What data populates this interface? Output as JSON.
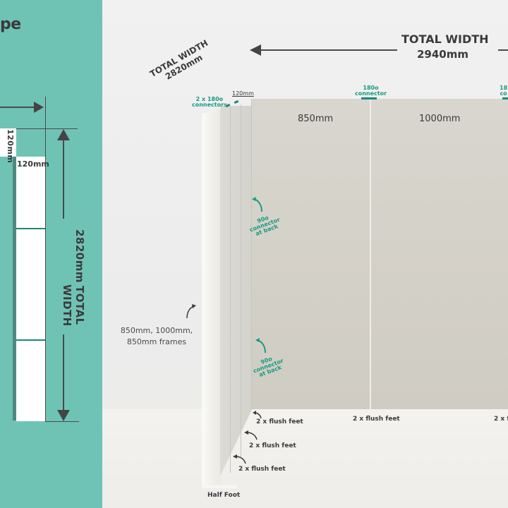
{
  "colors": {
    "teal_panel": "#6fc3b5",
    "accent_green": "#1a9a80",
    "dark_text": "#3a3a3c",
    "wall": "#d5d2c9"
  },
  "plan_view": {
    "title_fragment": "pe",
    "dim_top_depth": "120mm",
    "dim_side_depth": "120mm",
    "total_width_label": "TOTAL WIDTH",
    "total_width_value": "2820mm"
  },
  "render_view": {
    "top_dimension": {
      "label": "TOTAL WIDTH",
      "value": "2940mm"
    },
    "side_dimension": {
      "label": "TOTAL WIDTH",
      "value": "2820mm"
    },
    "corner_depth": "120mm",
    "connectors": {
      "side_top": "2 x 180o connectors",
      "side_top_line1": "2 x 180o",
      "side_top_line2": "connectors",
      "back_top_1_line1": "180o",
      "back_top_1_line2": "connector",
      "back_top_2_line1": "18",
      "back_top_2_line2": "co",
      "corner_upper_line1": "90o",
      "corner_upper_line2": "connector",
      "corner_upper_line3": "at back",
      "corner_lower_line1": "90o",
      "corner_lower_line2": "connector",
      "corner_lower_line3": "at back"
    },
    "panel_widths": [
      "850mm",
      "1000mm"
    ],
    "frames_note_line1": "850mm, 1000mm,",
    "frames_note_line2": "850mm frames",
    "feet_labels": {
      "back_left": "2 x flush feet",
      "back_middle": "2 x flush feet",
      "back_right": "2 x fl",
      "side_upper": "2 x flush feet",
      "side_lower": "2 x flush feet",
      "half_foot": "Half Foot"
    }
  }
}
